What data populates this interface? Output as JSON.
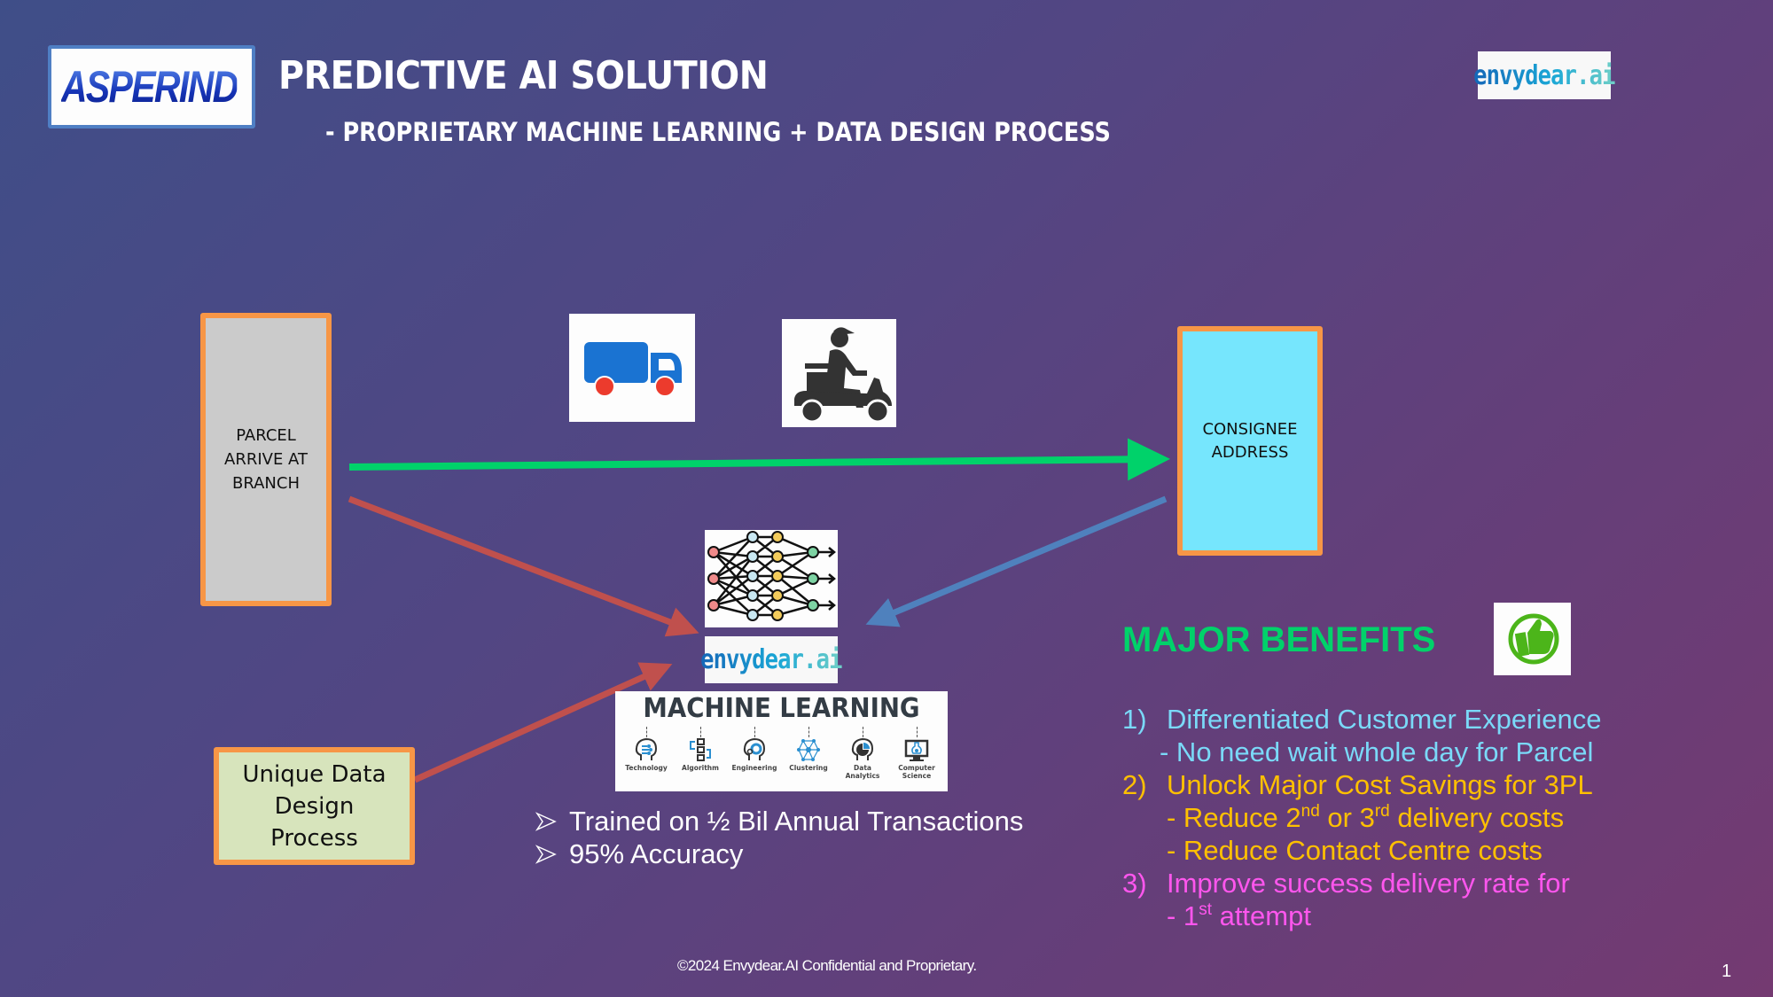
{
  "header": {
    "logo_left_text": "ASPERIND",
    "title": "PREDICTIVE AI SOLUTION",
    "subtitle": "- PROPRIETARY MACHINE LEARNING + DATA DESIGN PROCESS",
    "logo_right_text": "envydear.ai"
  },
  "diagram": {
    "parcel_box": {
      "lines": [
        "PARCEL",
        "ARRIVE AT",
        "BRANCH"
      ]
    },
    "consignee_box": {
      "lines": [
        "CONSIGNEE",
        "ADDRESS"
      ]
    },
    "unique_box": {
      "lines": [
        "Unique Data",
        "Design",
        "Process"
      ]
    },
    "icons": {
      "truck": "delivery-truck-icon",
      "scooter": "delivery-scooter-icon",
      "neural_net": "neural-network-icon",
      "thumbs_up": "thumbs-up-icon"
    },
    "center_logo_text": "envydear.ai",
    "ml_banner": {
      "title": "MACHINE LEARNING",
      "items": [
        "Technology",
        "Algorithm",
        "Engineering",
        "Clustering",
        "Data Analytics",
        "Computer Science"
      ]
    },
    "arrows": [
      {
        "from": "parcel-box",
        "to": "consignee-box",
        "color": "#00d26a"
      },
      {
        "from": "parcel-box",
        "to": "ml-engine",
        "color": "#c0504d"
      },
      {
        "from": "unique-box",
        "to": "ml-engine",
        "color": "#c0504d"
      },
      {
        "from": "consignee-box",
        "to": "ml-engine",
        "color": "#4f81bd"
      }
    ]
  },
  "bullets": [
    "Trained on ½ Bil Annual Transactions",
    "95% Accuracy"
  ],
  "benefits": {
    "title": "MAJOR BENEFITS",
    "item1": {
      "num": "1)",
      "text": "Differentiated Customer Experience",
      "sub": "- No need wait whole day for Parcel"
    },
    "item2": {
      "num": "2)",
      "text": "Unlock Major Cost Savings for 3PL",
      "sub1_a": "- Reduce 2",
      "sub1_sup1": "nd",
      "sub1_b": " or 3",
      "sub1_sup2": "rd",
      "sub1_c": " delivery costs",
      "sub2": "- Reduce Contact Centre costs"
    },
    "item3": {
      "num": "3)",
      "text": "Improve success delivery rate for",
      "sub_a": "- 1",
      "sub_sup": "st",
      "sub_b": " attempt"
    }
  },
  "colors": {
    "green": "#00d26a",
    "gold": "#ffc000",
    "pink": "#ff56ee",
    "light_blue": "#7ad9f8",
    "orange_border": "#f79646"
  },
  "footer": {
    "copyright": "©2024 Envydear.AI Confidential and Proprietary.",
    "page_number": "1"
  }
}
